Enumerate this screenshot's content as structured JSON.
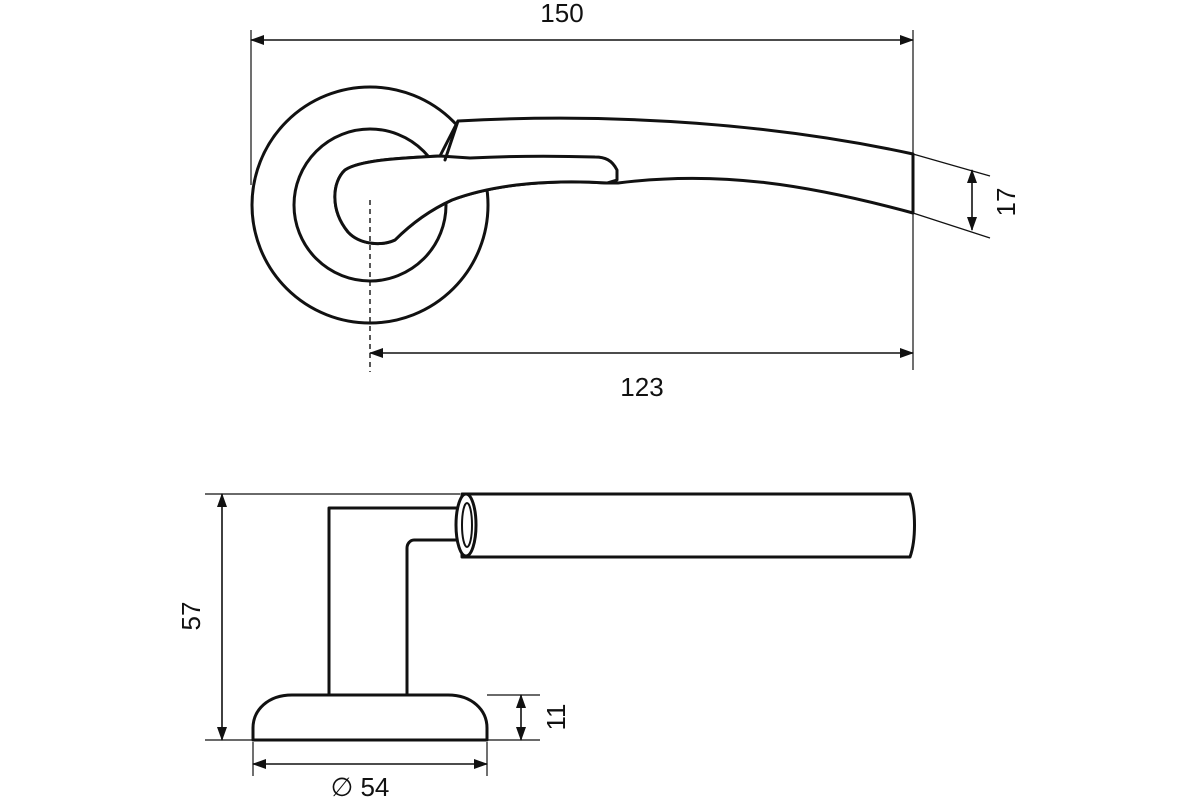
{
  "dimensions": {
    "overall_length": "150",
    "lever_length": "123",
    "lever_tip_height": "17",
    "total_height": "57",
    "rose_height": "11",
    "rose_diameter": "∅ 54"
  }
}
